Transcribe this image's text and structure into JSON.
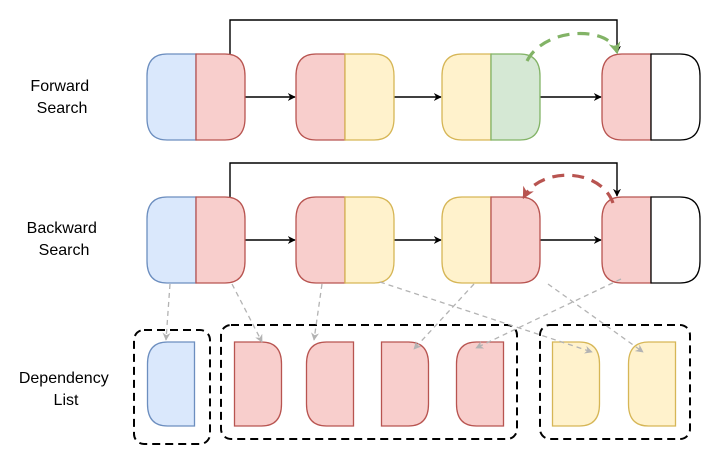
{
  "labels": {
    "forward": [
      "Forward",
      "Search"
    ],
    "backward": [
      "Backward",
      "Search"
    ],
    "dependency": [
      "Dependency",
      "List"
    ]
  },
  "colors": {
    "blue_fill": "#dae8fc",
    "blue_stroke": "#6c8ebf",
    "red_fill": "#f8cecc",
    "red_stroke": "#b85450",
    "yellow_fill": "#fff2cc",
    "yellow_stroke": "#d6b656",
    "green_fill": "#d5e8d4",
    "green_stroke": "#82b366",
    "white_fill": "#ffffff",
    "black_stroke": "#000000",
    "green_arrow": "#82b366",
    "red_arrow": "#b85450",
    "grey_arrow": "#b3b3b3",
    "group_border": "#000000"
  },
  "forward_nodes": [
    {
      "left": "blue",
      "right": "red"
    },
    {
      "left": "red",
      "right": "yellow"
    },
    {
      "left": "yellow",
      "right": "green"
    },
    {
      "left": "red",
      "right": "white"
    }
  ],
  "backward_nodes": [
    {
      "left": "blue",
      "right": "red"
    },
    {
      "left": "red",
      "right": "yellow"
    },
    {
      "left": "yellow",
      "right": "red"
    },
    {
      "left": "red",
      "right": "white"
    }
  ],
  "dependency_groups": [
    {
      "items": [
        {
          "color": "blue",
          "side": "left"
        }
      ]
    },
    {
      "items": [
        {
          "color": "red",
          "side": "right"
        },
        {
          "color": "red",
          "side": "left"
        },
        {
          "color": "red",
          "side": "right"
        },
        {
          "color": "red",
          "side": "left"
        }
      ]
    },
    {
      "items": [
        {
          "color": "yellow",
          "side": "right"
        },
        {
          "color": "yellow",
          "side": "left"
        }
      ]
    }
  ]
}
